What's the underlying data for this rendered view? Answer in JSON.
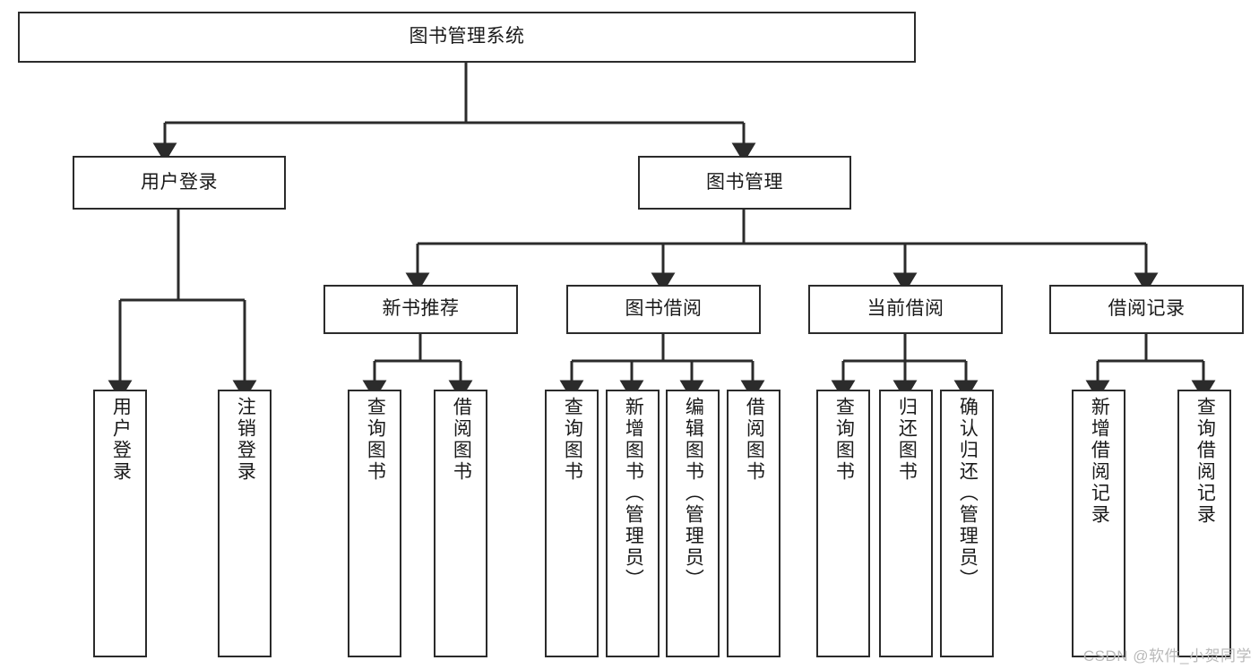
{
  "diagram": {
    "title_node": {
      "id": "root",
      "label": "图书管理系统"
    },
    "level2": [
      {
        "id": "login",
        "label": "用户登录"
      },
      {
        "id": "bookmgmt",
        "label": "图书管理"
      }
    ],
    "level3": [
      {
        "id": "newbook",
        "label": "新书推荐"
      },
      {
        "id": "borrow",
        "label": "图书借阅"
      },
      {
        "id": "current",
        "label": "当前借阅"
      },
      {
        "id": "records",
        "label": "借阅记录"
      }
    ],
    "leaves": {
      "login": [
        {
          "id": "leaf-user-login",
          "label": "用户登录"
        },
        {
          "id": "leaf-user-logout",
          "label": "注销登录"
        }
      ],
      "newbook": [
        {
          "id": "leaf-query-book-1",
          "label": "查询图书"
        },
        {
          "id": "leaf-borrow-book-1",
          "label": "借阅图书"
        }
      ],
      "borrow": [
        {
          "id": "leaf-query-book-2",
          "label": "查询图书"
        },
        {
          "id": "leaf-add-book",
          "label": "新增图书（管理员）"
        },
        {
          "id": "leaf-edit-book",
          "label": "编辑图书（管理员）"
        },
        {
          "id": "leaf-borrow-book-2",
          "label": "借阅图书"
        }
      ],
      "current": [
        {
          "id": "leaf-query-book-3",
          "label": "查询图书"
        },
        {
          "id": "leaf-return-book",
          "label": "归还图书"
        },
        {
          "id": "leaf-confirm-return",
          "label": "确认归还（管理员）"
        }
      ],
      "records": [
        {
          "id": "leaf-add-record",
          "label": "新增借阅记录"
        },
        {
          "id": "leaf-query-record",
          "label": "查询借阅记录"
        }
      ]
    }
  },
  "watermark": {
    "text": "CSDN @软件_小贺同学"
  },
  "colors": {
    "stroke": "#2b2b2b",
    "background": "#ffffff",
    "text": "#1a1a1a",
    "watermark": "#b9b9b9"
  }
}
